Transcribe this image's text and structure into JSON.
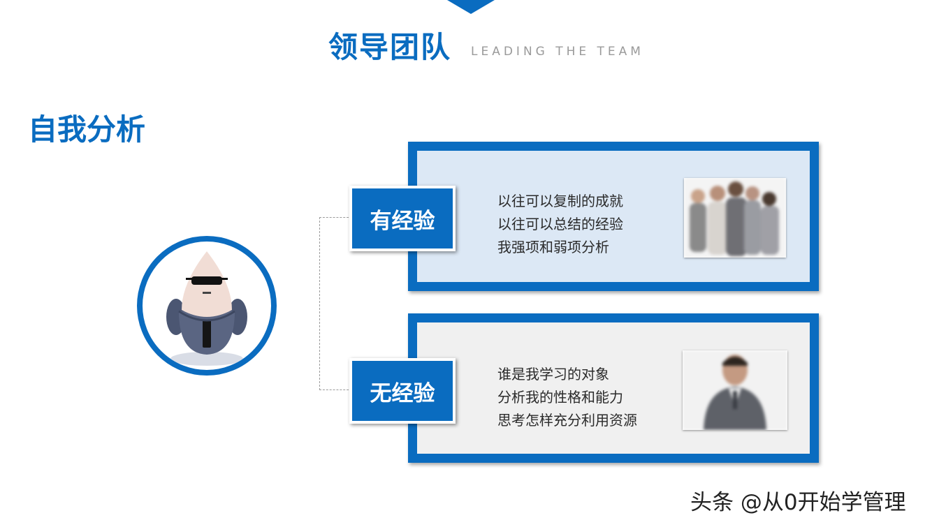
{
  "header": {
    "title": "领导团队",
    "subtitle": "LEADING THE TEAM"
  },
  "section": {
    "title": "自我分析"
  },
  "panels": [
    {
      "label": "有经验",
      "lines": [
        "以往可以复制的成就",
        "以往可以总结的经验",
        "我强项和弱项分析"
      ],
      "photo_icon": "group-photo-icon"
    },
    {
      "label": "无经验",
      "lines": [
        "谁是我学习的对象",
        "分析我的性格和能力",
        "思考怎样充分利用资源"
      ],
      "photo_icon": "businessman-photo-icon"
    }
  ],
  "watermark": "头条 @从0开始学管理",
  "colors": {
    "accent": "#0a6cc0",
    "panel1_bg": "#dce8f5",
    "panel2_bg": "#f0f0f0"
  }
}
